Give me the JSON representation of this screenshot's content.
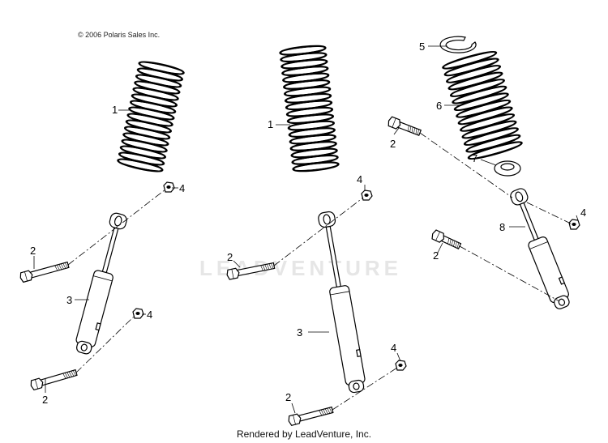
{
  "copyright": "© 2006 Polaris Sales Inc.",
  "footer": "Rendered by LeadVenture, Inc.",
  "watermark": "LEADVENTURE",
  "callouts": {
    "left_spring": "1",
    "left_bolt_top": "2",
    "left_shock": "3",
    "left_nut_top": "4",
    "left_nut_bottom": "4",
    "left_bolt_bottom": "2",
    "mid_spring": "1",
    "mid_nut_top": "4",
    "mid_bolt_top": "2",
    "mid_shock": "3",
    "mid_nut_bottom": "4",
    "mid_bolt_bottom": "2",
    "right_retainer": "5",
    "right_spring": "6",
    "right_bolt_top": "2",
    "right_collar": "7",
    "right_nut": "4",
    "right_shock": "8",
    "right_bolt_bottom": "2"
  },
  "parts": {
    "1": "spring",
    "2": "bolt",
    "3": "shock",
    "4": "nut",
    "5": "retainer",
    "6": "spring",
    "7": "collar",
    "8": "shock"
  }
}
